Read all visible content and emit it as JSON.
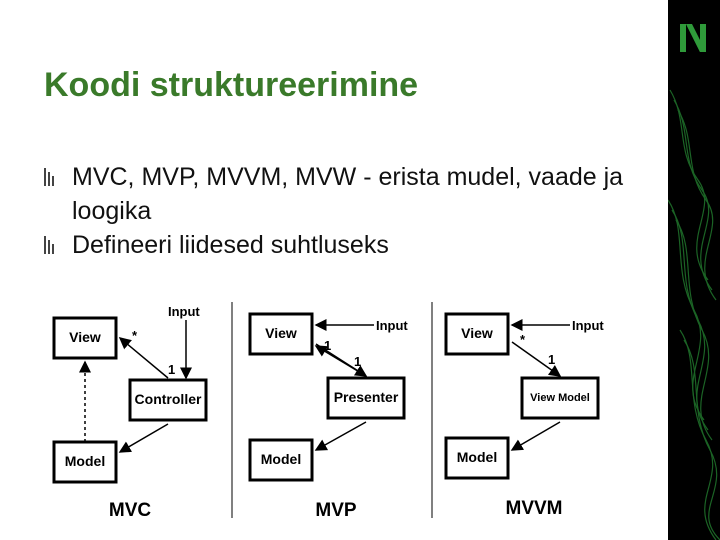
{
  "slide": {
    "title": "Koodi struktureerimine",
    "bullets": [
      "MVC, MVP, MVVM, MVW - erista mudel, vaade ja loogika",
      "Defineeri liidesed suhtluseks"
    ]
  },
  "diagram": {
    "mvc": {
      "view": "View",
      "controller": "Controller",
      "model": "Model",
      "input": "Input",
      "star": "*",
      "one": "1",
      "caption": "MVC"
    },
    "mvp": {
      "view": "View",
      "presenter": "Presenter",
      "model": "Model",
      "input": "Input",
      "one_a": "1",
      "one_b": "1",
      "caption": "MVP"
    },
    "mvvm": {
      "view": "View",
      "viewmodel": "View Model",
      "model": "Model",
      "input": "Input",
      "star": "*",
      "one": "1",
      "caption": "MVVM"
    }
  },
  "colors": {
    "title": "#3a7a2a",
    "sidebar": "#000000",
    "sidebar_accent": "#2f9a3a"
  },
  "sidebar": {
    "logo_icon": "n-logo-icon"
  }
}
